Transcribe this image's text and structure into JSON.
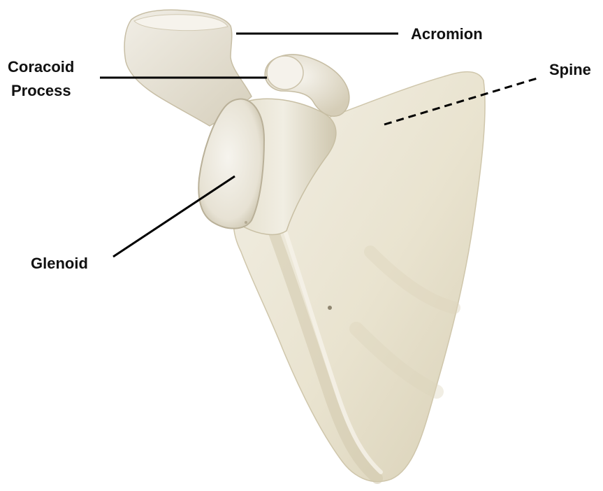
{
  "labels": {
    "acromion": "Acromion",
    "coracoid_line1": "Coracoid",
    "coracoid_line2": "Process",
    "spine": "Spine",
    "glenoid": "Glenoid"
  },
  "colors": {
    "background": "#ffffff",
    "bone_light": "#f3f0e6",
    "bone_mid": "#e6e0cc",
    "bone_shadow": "#c9c1a8",
    "label_text": "#111111",
    "leader_line": "#000000"
  }
}
